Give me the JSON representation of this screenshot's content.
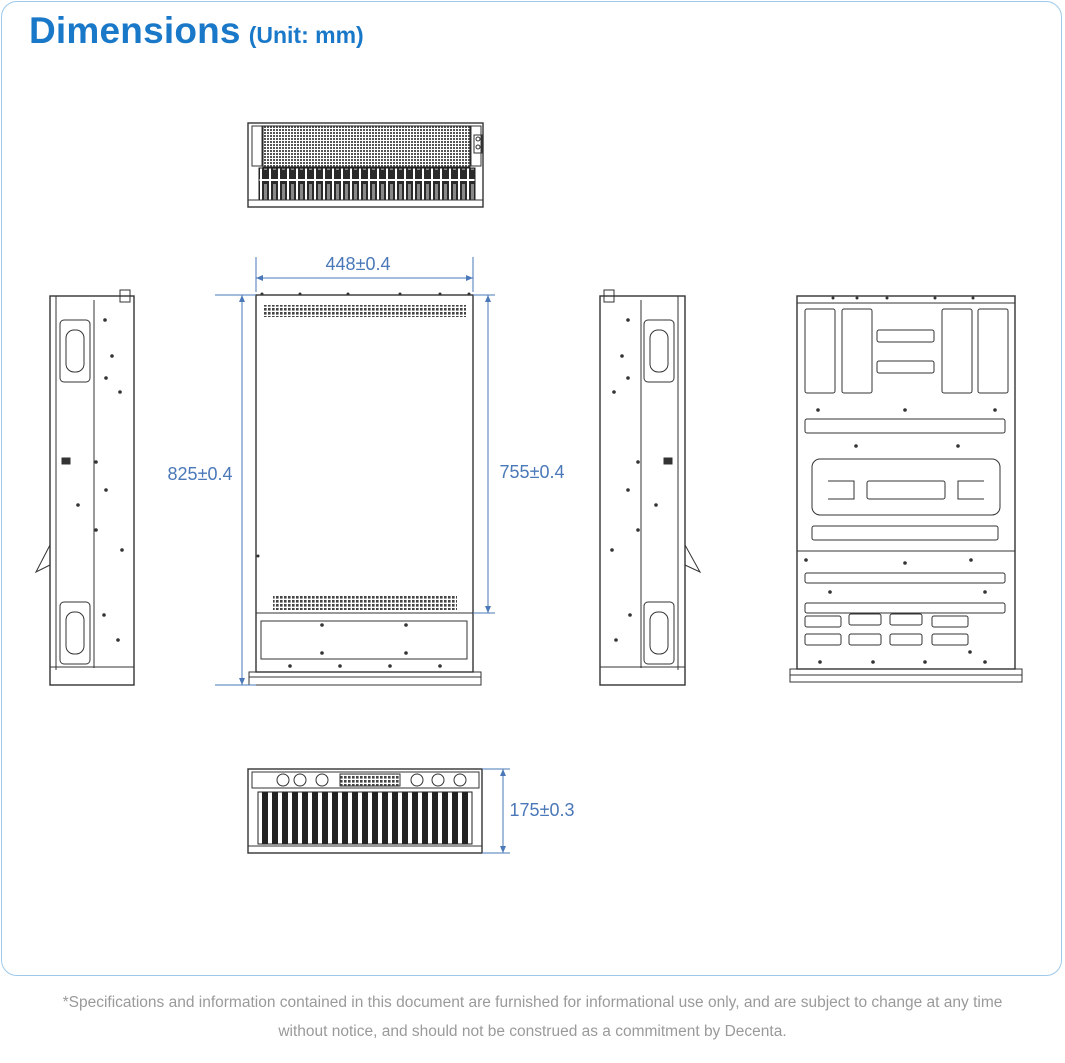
{
  "header": {
    "title": "Dimensions",
    "unit": "(Unit:  mm)"
  },
  "dimensions": {
    "width": "448±0.4",
    "depth": "825±0.4",
    "depth_inner": "755±0.4",
    "height": "175±0.3"
  },
  "footnote": {
    "line1": "*Specifications and information contained in this document are furnished for informational use only, and are subject to change at any time",
    "line2": "without notice, and should not be construed as a commitment by Decenta."
  },
  "colors": {
    "accent": "#1a78c9",
    "border": "#9fc9ea",
    "dimension": "#4a78b8",
    "line": "#333333"
  }
}
